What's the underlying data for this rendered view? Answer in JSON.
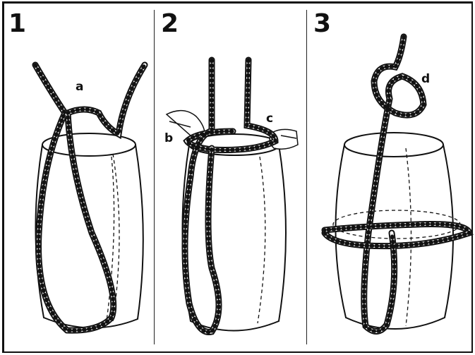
{
  "panels": [
    {
      "number": "1",
      "labels": [
        "a"
      ]
    },
    {
      "number": "2",
      "labels": [
        "b",
        "c"
      ]
    },
    {
      "number": "3",
      "labels": [
        "d"
      ]
    }
  ],
  "colors": {
    "ink": "#111111",
    "paper": "#ffffff"
  }
}
